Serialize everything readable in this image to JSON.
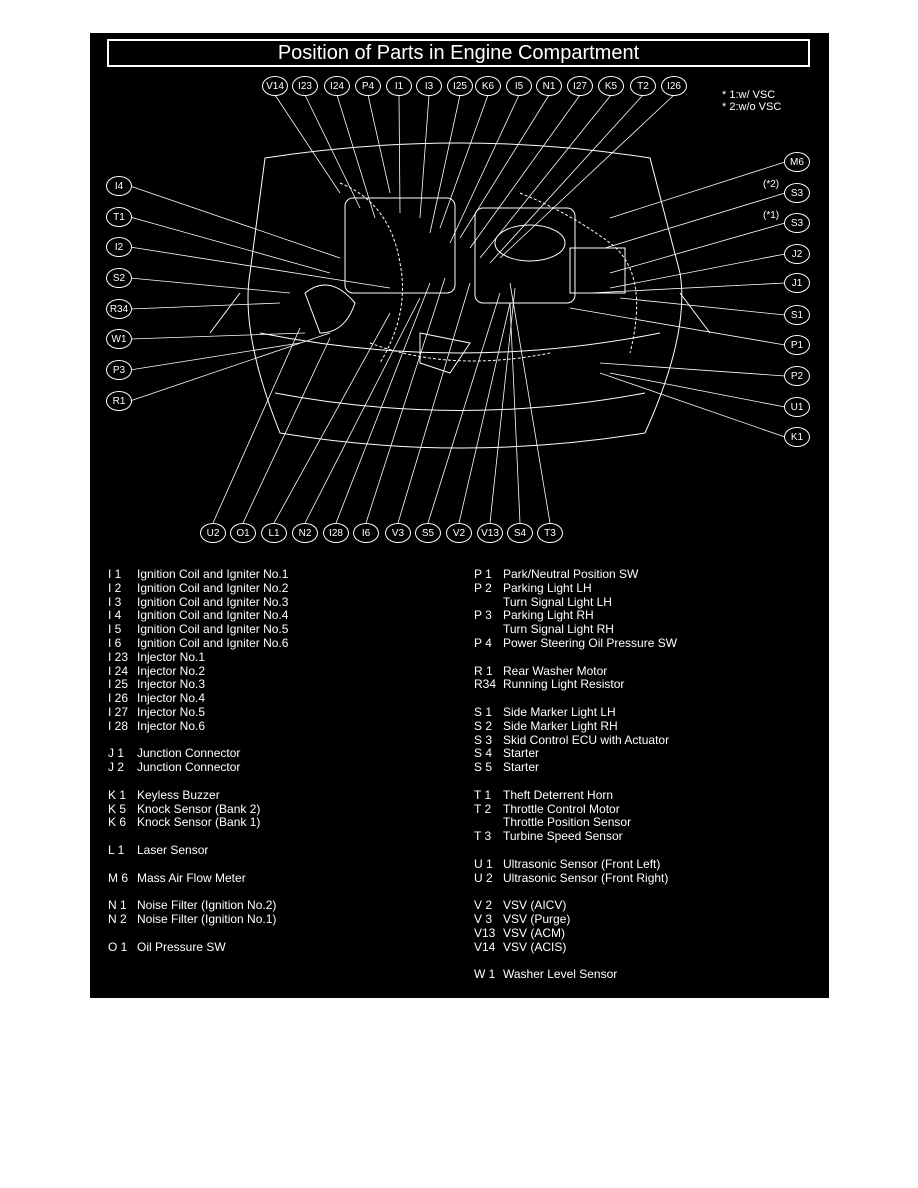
{
  "title": "Position of Parts in Engine Compartment",
  "notes": [
    "* 1:w/ VSC",
    "* 2:w/o VSC"
  ],
  "top_callouts": [
    "V14",
    "I23",
    "I24",
    "P4",
    "I1",
    "I3",
    "I25",
    "K6",
    "I5",
    "N1",
    "I27",
    "K5",
    "T2",
    "I26"
  ],
  "left_callouts": [
    "I4",
    "T1",
    "I2",
    "S2",
    "R34",
    "W1",
    "P3",
    "R1"
  ],
  "right_callouts": [
    "M6",
    "S3",
    "S3",
    "J2",
    "J1",
    "S1",
    "P1",
    "P2",
    "U1",
    "K1"
  ],
  "right_markers": [
    "(*2)",
    "(*1)"
  ],
  "bottom_callouts": [
    "U2",
    "O1",
    "L1",
    "N2",
    "I28",
    "I6",
    "V3",
    "S5",
    "V2",
    "V13",
    "S4",
    "T3"
  ],
  "legend_left": [
    {
      "code": "I  1",
      "desc": "Ignition Coil and Igniter No.1"
    },
    {
      "code": "I  2",
      "desc": "Ignition Coil and Igniter No.2"
    },
    {
      "code": "I  3",
      "desc": "Ignition Coil and Igniter No.3"
    },
    {
      "code": "I  4",
      "desc": "Ignition Coil and Igniter No.4"
    },
    {
      "code": "I  5",
      "desc": "Ignition Coil and Igniter No.5"
    },
    {
      "code": "I  6",
      "desc": "Ignition Coil and Igniter No.6"
    },
    {
      "code": "I 23",
      "desc": "Injector No.1"
    },
    {
      "code": "I 24",
      "desc": "Injector No.2"
    },
    {
      "code": "I 25",
      "desc": "Injector No.3"
    },
    {
      "code": "I 26",
      "desc": "Injector No.4"
    },
    {
      "code": "I 27",
      "desc": "Injector No.5"
    },
    {
      "code": "I 28",
      "desc": "Injector No.6"
    },
    {
      "code": "",
      "desc": ""
    },
    {
      "code": "J  1",
      "desc": "Junction Connector"
    },
    {
      "code": "J  2",
      "desc": "Junction Connector"
    },
    {
      "code": "",
      "desc": ""
    },
    {
      "code": "K  1",
      "desc": "Keyless Buzzer"
    },
    {
      "code": "K  5",
      "desc": "Knock Sensor (Bank 2)"
    },
    {
      "code": "K  6",
      "desc": "Knock Sensor (Bank 1)"
    },
    {
      "code": "",
      "desc": ""
    },
    {
      "code": "L  1",
      "desc": "Laser Sensor"
    },
    {
      "code": "",
      "desc": ""
    },
    {
      "code": "M  6",
      "desc": "Mass Air Flow Meter"
    },
    {
      "code": "",
      "desc": ""
    },
    {
      "code": "N  1",
      "desc": "Noise Filter (Ignition No.2)"
    },
    {
      "code": "N  2",
      "desc": "Noise Filter (Ignition No.1)"
    },
    {
      "code": "",
      "desc": ""
    },
    {
      "code": "O  1",
      "desc": "Oil Pressure SW"
    }
  ],
  "legend_right": [
    {
      "code": "P  1",
      "desc": "Park/Neutral Position SW"
    },
    {
      "code": "P  2",
      "desc": "Parking Light LH"
    },
    {
      "code": "",
      "desc": "Turn Signal Light LH"
    },
    {
      "code": "P  3",
      "desc": "Parking Light RH"
    },
    {
      "code": "",
      "desc": "Turn Signal Light RH"
    },
    {
      "code": "P  4",
      "desc": "Power Steering Oil Pressure SW"
    },
    {
      "code": "",
      "desc": ""
    },
    {
      "code": "R  1",
      "desc": "Rear Washer Motor"
    },
    {
      "code": "R34",
      "desc": "Running Light Resistor"
    },
    {
      "code": "",
      "desc": ""
    },
    {
      "code": "S  1",
      "desc": "Side Marker Light LH"
    },
    {
      "code": "S  2",
      "desc": "Side Marker Light RH"
    },
    {
      "code": "S  3",
      "desc": "Skid Control ECU with Actuator"
    },
    {
      "code": "S  4",
      "desc": "Starter"
    },
    {
      "code": "S  5",
      "desc": "Starter"
    },
    {
      "code": "",
      "desc": ""
    },
    {
      "code": "T  1",
      "desc": "Theft Deterrent Horn"
    },
    {
      "code": "T  2",
      "desc": "Throttle Control Motor"
    },
    {
      "code": "",
      "desc": "Throttle Position Sensor"
    },
    {
      "code": "T  3",
      "desc": "Turbine Speed Sensor"
    },
    {
      "code": "",
      "desc": ""
    },
    {
      "code": "U  1",
      "desc": "Ultrasonic Sensor (Front Left)"
    },
    {
      "code": "U  2",
      "desc": "Ultrasonic Sensor (Front Right)"
    },
    {
      "code": "",
      "desc": ""
    },
    {
      "code": "V  2",
      "desc": "VSV (AICV)"
    },
    {
      "code": "V  3",
      "desc": "VSV (Purge)"
    },
    {
      "code": "V13",
      "desc": "VSV (ACM)"
    },
    {
      "code": "V14",
      "desc": "VSV (ACIS)"
    },
    {
      "code": "",
      "desc": ""
    },
    {
      "code": "W  1",
      "desc": "Washer Level Sensor"
    }
  ]
}
